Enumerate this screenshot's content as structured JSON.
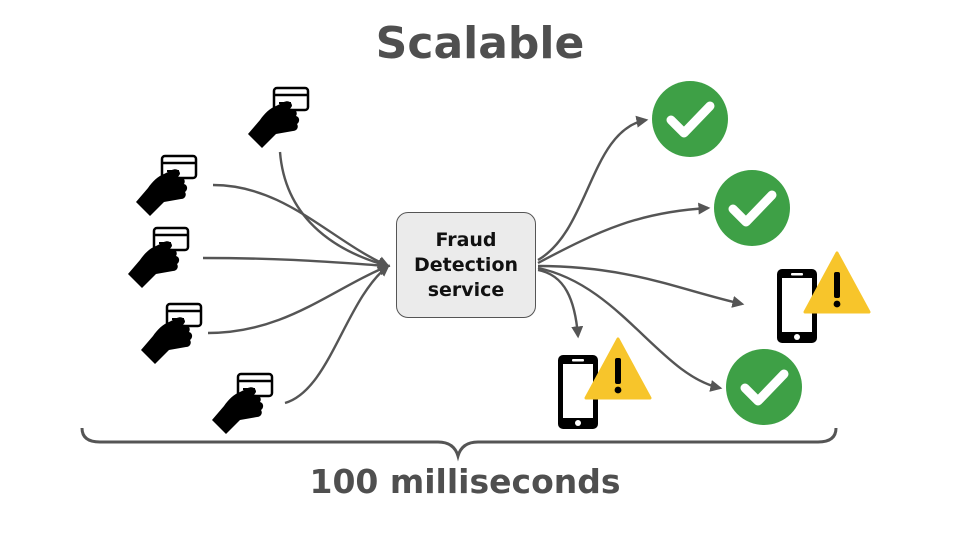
{
  "title": "Scalable",
  "service": {
    "line1": "Fraud",
    "line2": "Detection",
    "line3": "service"
  },
  "footer": "100 milliseconds",
  "inputs": [
    {
      "icon": "hand-card-icon"
    },
    {
      "icon": "hand-card-icon"
    },
    {
      "icon": "hand-card-icon"
    },
    {
      "icon": "hand-card-icon"
    },
    {
      "icon": "hand-card-icon"
    }
  ],
  "outputs": [
    {
      "result": "approved",
      "icon": "check-circle-icon"
    },
    {
      "result": "approved",
      "icon": "check-circle-icon"
    },
    {
      "result": "flagged",
      "icon": "phone-warning-icon"
    },
    {
      "result": "approved",
      "icon": "check-circle-icon"
    },
    {
      "result": "flagged",
      "icon": "phone-warning-icon"
    }
  ],
  "colors": {
    "check": "#3ea046",
    "warning": "#f7c52b",
    "arrow": "#555555",
    "text": "#4f4f4f",
    "box": "#ebebeb"
  }
}
